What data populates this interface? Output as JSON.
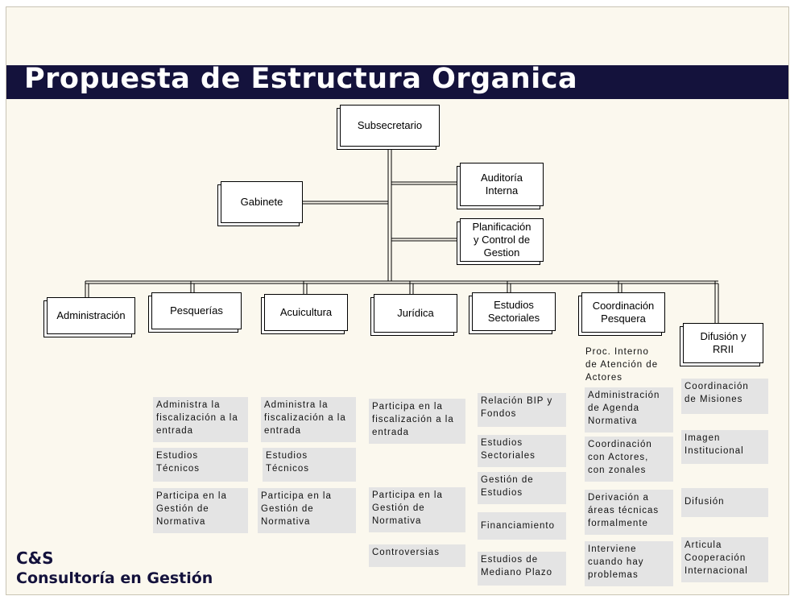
{
  "title": "Propuesta de Estructura Organica",
  "top": {
    "subsecretario": "Subsecretario",
    "gabinete": "Gabinete",
    "auditoria": "Auditoría\nInterna",
    "planificacion": "Planificación\ny Control de\nGestion"
  },
  "divisions": [
    {
      "label": "Administración"
    },
    {
      "label": "Pesquerías"
    },
    {
      "label": "Acuicultura"
    },
    {
      "label": "Jurídica"
    },
    {
      "label": "Estudios\nSectoriales"
    },
    {
      "label": "Coordinación\nPesquera"
    },
    {
      "label": "Difusión y\nRRII"
    }
  ],
  "notes": {
    "pesquerias": [
      "Administra la\nfiscalización a la\nentrada",
      "Estudios\nTécnicos",
      "Participa en la\nGestión de\nNormativa"
    ],
    "acuicultura": [
      "Administra la\nfiscalización a la\nentrada",
      "Estudios\nTécnicos",
      "Participa en la\nGestión de\nNormativa"
    ],
    "juridica": [
      "Participa en la\nfiscalización a la\nentrada",
      "Participa en la\nGestión de\nNormativa",
      "Controversias"
    ],
    "estudios": [
      "Relación BIP y\nFondos",
      "Estudios\nSectoriales",
      "Gestión de\nEstudios",
      "Financiamiento",
      "Estudios de\nMediano Plazo"
    ],
    "coordinacion": [
      "Proc. Interno\nde Atención de\nActores",
      "Administración\nde Agenda\nNormativa",
      "Coordinación\ncon Actores,\ncon zonales",
      "Derivación a\náreas técnicas\nformalmente",
      "Interviene\ncuando hay\nproblemas"
    ],
    "difusion": [
      "Coordinación\nde Misiones",
      "Imagen\nInstitucional",
      "Difusión",
      "Articula\nCooperación\nInternacional"
    ]
  },
  "logo": {
    "brand": "C&S",
    "tagline": "Consultoría en Gestión"
  }
}
